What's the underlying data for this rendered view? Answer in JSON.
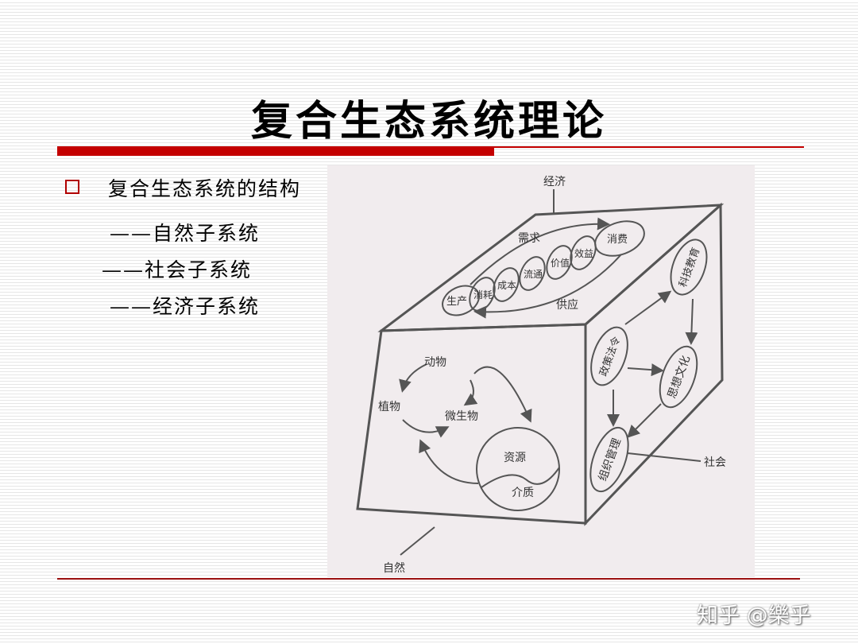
{
  "slide": {
    "title": "复合生态系统理论",
    "heading": "复合生态系统的结构",
    "subitems": [
      "——自然子系统",
      "——社会子系统",
      "——经济子系统"
    ],
    "watermark": "知乎 @樂乎"
  },
  "colors": {
    "accent": "#c40000",
    "line": "#555555",
    "panel": "#f1ecee"
  },
  "diagram": {
    "corner_labels": {
      "economy": "经济",
      "society": "社会",
      "nature": "自然"
    },
    "economy": {
      "demand": "需求",
      "supply": "供应",
      "production": "生产",
      "consumption": "消费",
      "loops": [
        "消耗",
        "成本",
        "流通",
        "价值",
        "效益"
      ]
    },
    "society": {
      "loops": [
        "科技教育",
        "政策法令",
        "思想文化",
        "组织管理"
      ]
    },
    "nature": {
      "animals": "动物",
      "plants": "植物",
      "microbes": "微生物",
      "resources": "资源",
      "medium": "介质"
    }
  }
}
